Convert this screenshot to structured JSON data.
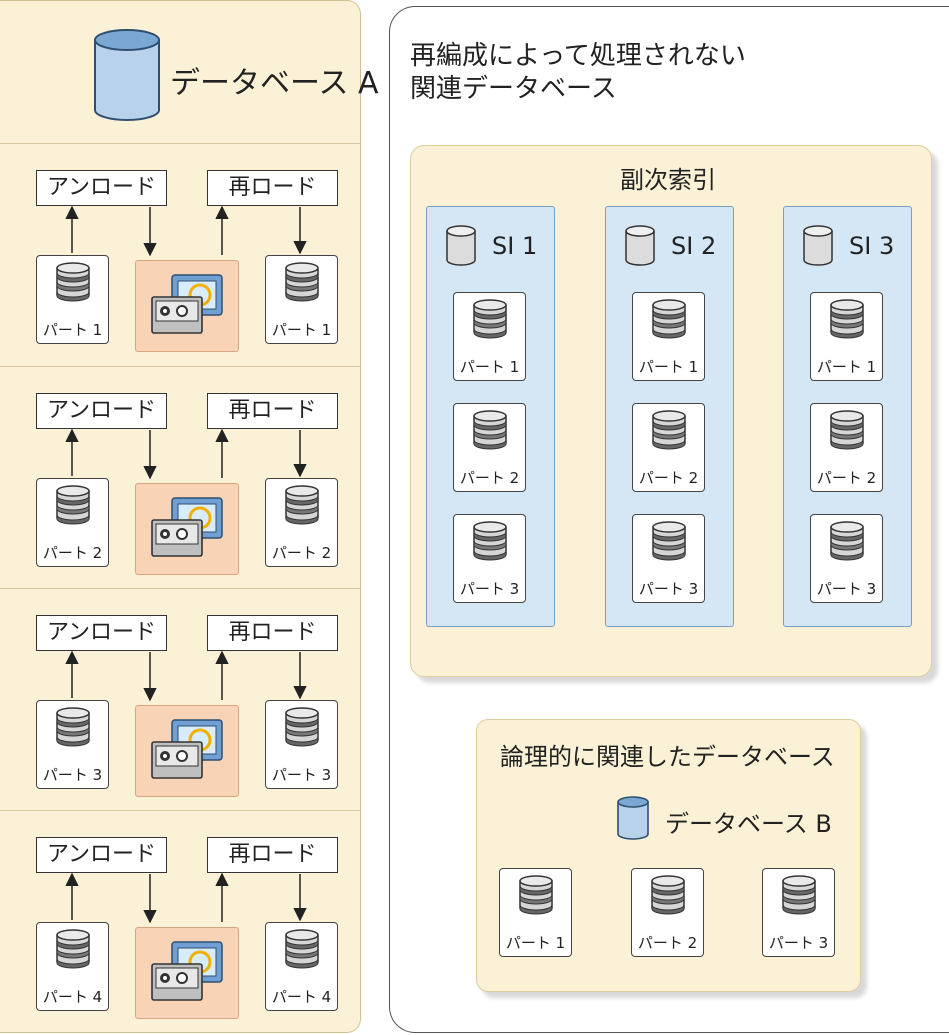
{
  "database_a": {
    "title": "データベース A"
  },
  "reorg": {
    "unload_label": "アンロード",
    "reload_label": "再ロード",
    "partitions": [
      {
        "left": "パート 1",
        "right": "パート 1"
      },
      {
        "left": "パート 2",
        "right": "パート 2"
      },
      {
        "left": "パート 3",
        "right": "パート 3"
      },
      {
        "left": "パート 4",
        "right": "パート 4"
      }
    ]
  },
  "related": {
    "title_line1": "再編成によって処理されない",
    "title_line2": "関連データベース"
  },
  "secondary_index": {
    "title": "副次索引",
    "indexes": [
      {
        "name": "SI 1",
        "parts": [
          "パート 1",
          "パート 2",
          "パート 3"
        ]
      },
      {
        "name": "SI 2",
        "parts": [
          "パート 1",
          "パート 2",
          "パート 3"
        ]
      },
      {
        "name": "SI 3",
        "parts": [
          "パート 1",
          "パート 2",
          "パート 3"
        ]
      }
    ]
  },
  "logical": {
    "title": "論理的に関連したデータベース",
    "database_b": "データベース B",
    "parts": [
      "パート 1",
      "パート 2",
      "パート 3"
    ]
  },
  "colors": {
    "panel_cream": "#fbf1d6",
    "index_blue": "#d5e6f5",
    "tape_orange": "#f9d3b6",
    "db_blue": "#b8d2ec"
  }
}
